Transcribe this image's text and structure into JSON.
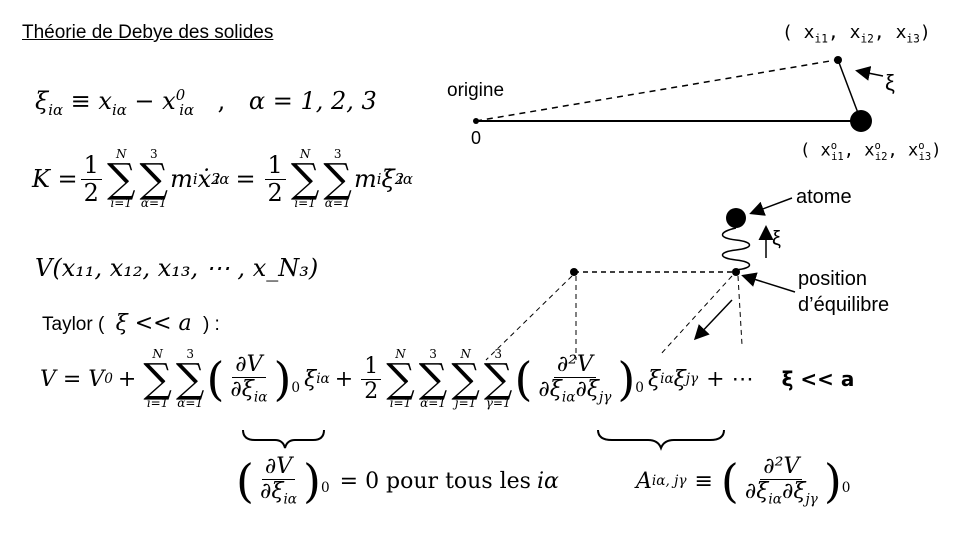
{
  "slide": {
    "title": "Théorie de Debye des solides",
    "eq_xi": {
      "lhs": "ξ",
      "lhs_sub": "iα",
      "rel": "≡",
      "x": "x",
      "x_sub": "iα",
      "minus": "−",
      "x0": "x",
      "x0_sup": "0",
      "x0_sub": "iα",
      "sep": ",",
      "alpha": "α = 1, 2, 3"
    },
    "eq_K": {
      "lhs": "K =",
      "half_num": "1",
      "half_den": "2",
      "sum_top_N": "N",
      "sum_bot_i": "i=1",
      "sum_top_3": "3",
      "sum_bot_a": "α=1",
      "term1": "m",
      "term1_sub": "i",
      "term1_x": "ẋ",
      "term1_sup": "2",
      "term1_xsub": "iα",
      "eq": "=",
      "term2": "m",
      "term2_sub": "i",
      "term2_x": "ξ̇",
      "term2_sup": "2",
      "term2_xsub": "iα"
    },
    "eq_V": "V(x₁₁, x₁₂, x₁₃, ⋯ , x_N₃)",
    "taylor": {
      "prefix": "Taylor (",
      "cond": "ξ << a",
      "suffix": ") :"
    },
    "expansion": {
      "lhs": "V = V",
      "lhs_sub": "0",
      "plus": "+",
      "dV": "∂V",
      "dxi": "∂ξ",
      "dxi_sub": "iα",
      "paren_sub": "0",
      "xi": "ξ",
      "xi_sub": "iα",
      "plus2": "+",
      "half_num": "1",
      "half_den": "2",
      "sum_j": "j=1",
      "sum_g": "γ=1",
      "d2V": "∂²V",
      "dxidxj": "∂ξ",
      "dxidxj_sub1": "iα",
      "dxidxj_mid": "∂ξ",
      "dxidxj_sub2": "jγ",
      "xixj": "ξ",
      "xixj_sub1": "iα",
      "xixj_mid": "ξ",
      "xixj_sub2": "jγ",
      "dots": "+ ⋯",
      "cond": "ξ << a"
    },
    "zero_eq": {
      "text": "= 0 pour tous les",
      "var": "iα"
    },
    "A_def": {
      "lhs": "A",
      "lhs_sub": "iα, jγ",
      "rel": "≡"
    }
  },
  "diagram": {
    "coords_top": "( x",
    "coords_top_sub1": "i1",
    "coords_top_mid1": ", x",
    "coords_top_sub2": "i2",
    "coords_top_mid2": ", x",
    "coords_top_sub3": "i3",
    "coords_top_end": ")",
    "origin_label": "origine",
    "zero_label": "0",
    "xi_label": "ξ",
    "coords_eq": "( x",
    "coords_eq_sup": "o",
    "coords_eq_sub1": "i1",
    "coords_eq_mid1": ", x",
    "coords_eq_sub2": "i2",
    "coords_eq_mid2": ", x",
    "coords_eq_sub3": "i3",
    "coords_eq_end": ")",
    "atom_label": "atome",
    "xi_spring": "ξ",
    "position_label": "position",
    "equilibre_label": "d’équilibre"
  }
}
